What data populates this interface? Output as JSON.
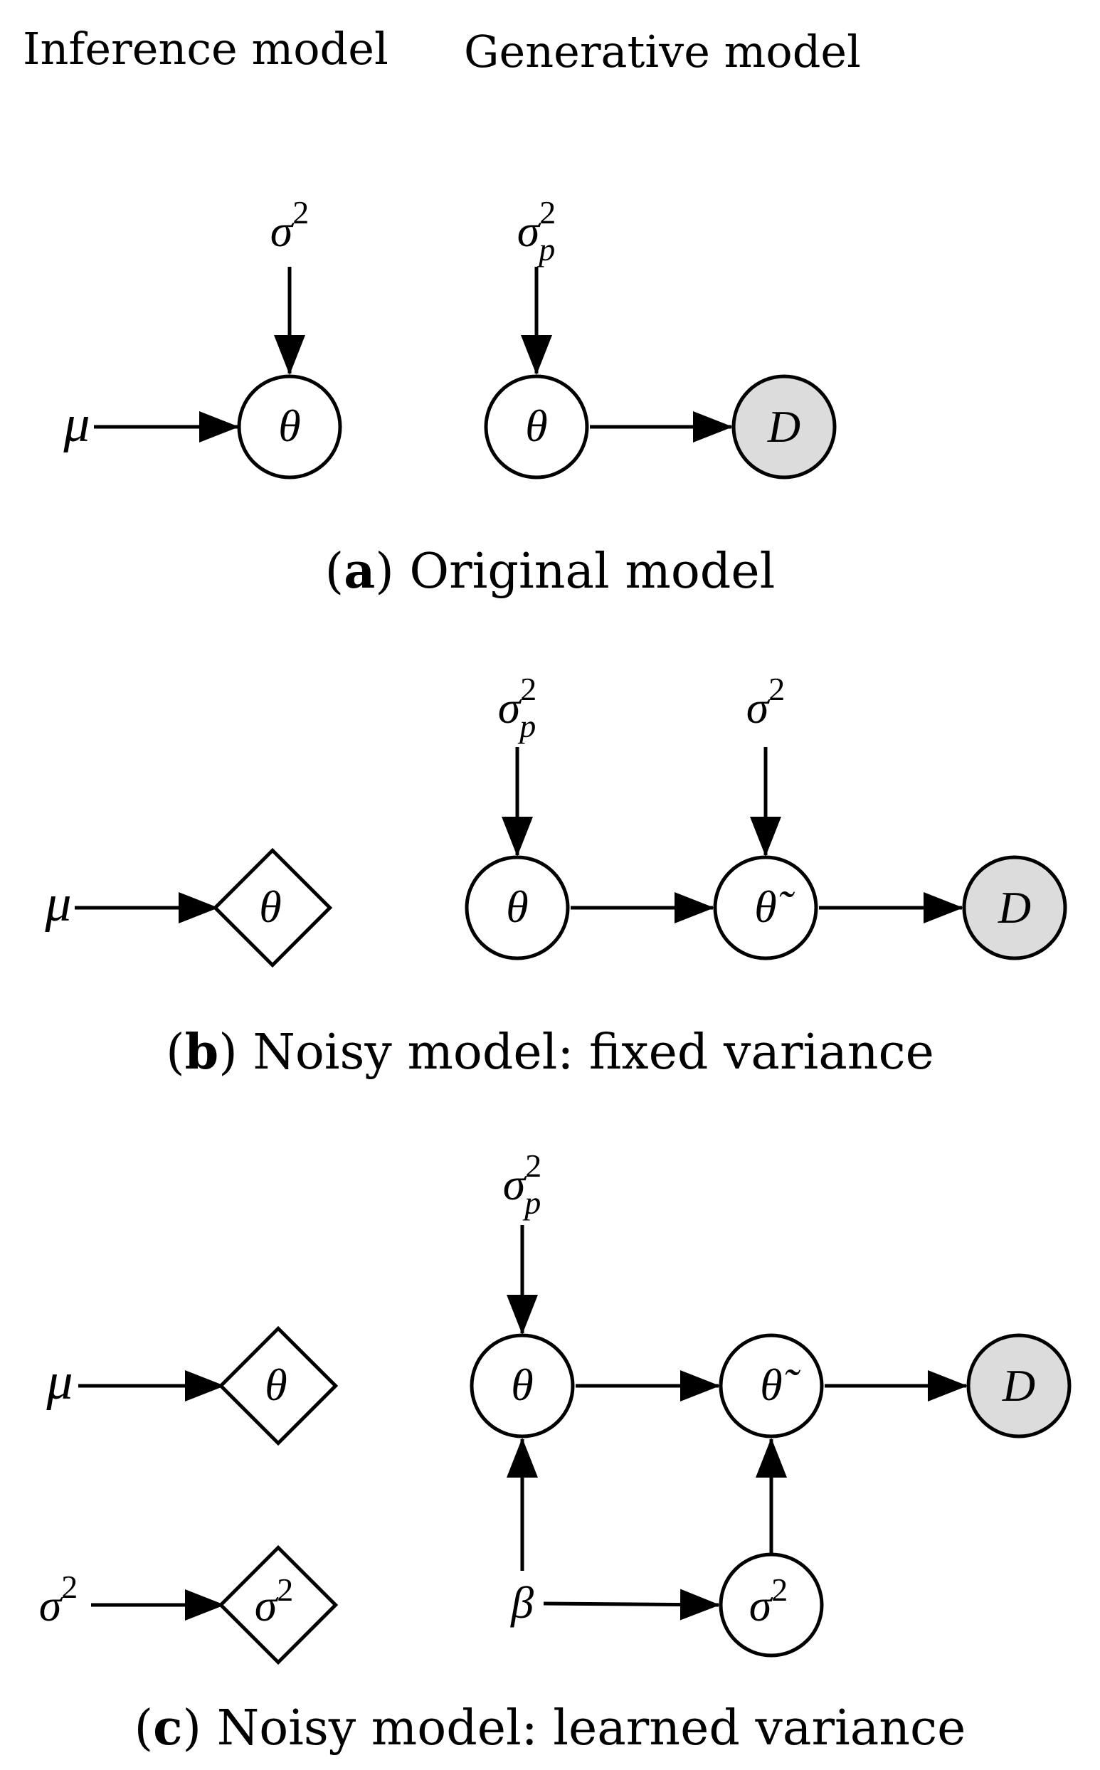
{
  "headers": {
    "inference": "Inference model",
    "generative": "Generative model"
  },
  "symbols": {
    "mu": "μ",
    "sigma": "σ",
    "sq": "2",
    "p": "p",
    "theta": "θ",
    "theta_tilde": "θ̃",
    "D": "D",
    "beta": "β"
  },
  "captions": {
    "a": {
      "open": "(",
      "letter": "a",
      "text": ") Original model"
    },
    "b": {
      "open": "(",
      "letter": "b",
      "text": ") Noisy model: fixed variance"
    },
    "c": {
      "open": "(",
      "letter": "c",
      "text": ") Noisy model: learned variance"
    }
  },
  "colors": {
    "stroke": "#000000",
    "observed_fill": "#dcdcdc",
    "latent_fill": "#ffffff"
  }
}
